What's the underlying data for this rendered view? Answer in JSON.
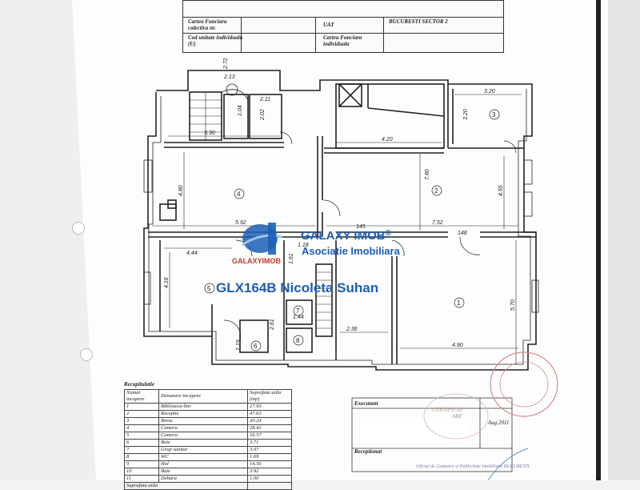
{
  "header": {
    "r1c1": "Cartea Funciara colectiva nr.",
    "r1c2": "UAT",
    "r1c3": "BUCURESTI SECTOR 2",
    "r2c1": "Cod unitate individuala (U)",
    "r2c2": "Cartea Funciara individuala"
  },
  "dims": {
    "d272": "2.72",
    "d213": "2.13",
    "d211": "2.11",
    "d104": "1.04",
    "d202": "2.02",
    "d330": "3.30",
    "d320_top": "3.20",
    "d320_v": "3.20",
    "d420": "4.20",
    "d780": "7.80",
    "d480": "4.80",
    "d592": "5.92",
    "d752": "7.52",
    "d455": "4.55",
    "d444": "4.44",
    "d416": "4.16",
    "d570": "5.70",
    "d144": "1.44",
    "d236": "2.36",
    "d490": "4.90",
    "d261": "2.61",
    "d119": "1.19",
    "d148": "148",
    "d145": "145",
    "d161": "1.61",
    "d118": "1.18"
  },
  "rooms": [
    "1",
    "2",
    "3",
    "4",
    "5",
    "6",
    "7",
    "8"
  ],
  "watermark": {
    "brand": "GALAXY IMOB",
    "reg": "®",
    "sub": "Asociatie Imobiliara",
    "small": "GALAXYIMOB",
    "code": "GLX164B Nicoleta Suhan"
  },
  "recap": {
    "title": "Recapitulatie",
    "headers": [
      "Numar incapere",
      "Denumire incapere",
      "Suprafata utila (mp)"
    ],
    "rows": [
      [
        "1",
        "Biblioteca-bar",
        "27.93"
      ],
      [
        "2",
        "Receptie",
        "47.63"
      ],
      [
        "3",
        "Birou",
        "20.24"
      ],
      [
        "4",
        "Camera",
        "28.42"
      ],
      [
        "5",
        "Camera",
        "16.57"
      ],
      [
        "6",
        "Baie",
        "3.71"
      ],
      [
        "7",
        "Grup sanitar",
        "3.07"
      ],
      [
        "8",
        "WC",
        "1.69"
      ],
      [
        "9",
        "Hol",
        "14.56"
      ],
      [
        "10",
        "Baie",
        "3.92"
      ],
      [
        "11",
        "Debara",
        "1.00"
      ]
    ],
    "total_label": "Suprafata utila"
  },
  "receipt": {
    "executant": "Executant",
    "date": "Aug 2011",
    "receptionat": "Receptionat",
    "stamp_text": "Oficiul de Cadastru si Publicitate Imobiliara BUCURESTI",
    "cert": "CERTIFICAT",
    "scan_label": "ARE"
  }
}
